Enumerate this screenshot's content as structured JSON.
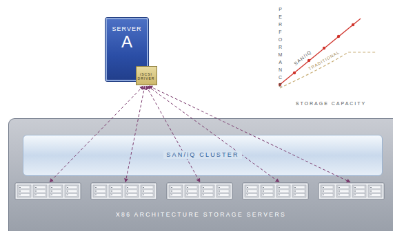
{
  "diagram": {
    "nodes": [
      {
        "text": [
          "SERVER",
          "A"
        ]
      },
      {
        "text": [
          "iSCSI DRIVER"
        ],
        "in": 0
      },
      {
        "text": [
          "X86 ARCHITECTURE STORAGE SERVERS"
        ]
      },
      {
        "text": [
          "SAN/iQ CLUSTER"
        ],
        "in": 2
      }
    ],
    "edges": [
      {
        "from": 1,
        "to": 2,
        "arrow": "both"
      },
      {
        "from": 1,
        "to": 2,
        "arrow": "both"
      },
      {
        "from": 1,
        "to": 2,
        "arrow": "both"
      },
      {
        "from": 1,
        "to": 2,
        "arrow": "both"
      },
      {
        "from": 1,
        "to": 2,
        "arrow": "both"
      }
    ],
    "labels": [
      "PERFORMANCE",
      "STORAGE CAPACITY",
      "SAN/iQ",
      "TRADITIONAL"
    ]
  }
}
